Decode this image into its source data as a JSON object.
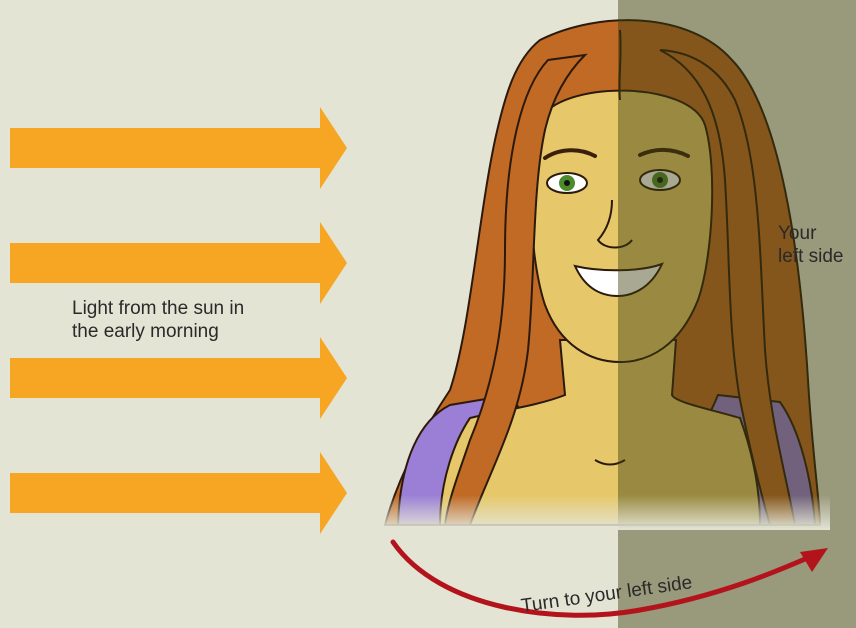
{
  "labels": {
    "light_line1": "Light from the sun in",
    "light_line2": "the early morning",
    "left_line1": "Your",
    "left_line2": "left side",
    "turn": "Turn to your left side"
  },
  "colors": {
    "background": "#e3e4d4",
    "arrow": "#f6a623",
    "turn_arrow": "#b3141c",
    "hair_lit": "#c06a25",
    "hair_shadow": "#5f5426",
    "skin_lit": "#e6c86a",
    "skin_shadow": "#7d7a2e",
    "top_lit": "#9b7fd6",
    "top_shadow": "#5a5a86",
    "eyes": "#4c8a2a"
  }
}
